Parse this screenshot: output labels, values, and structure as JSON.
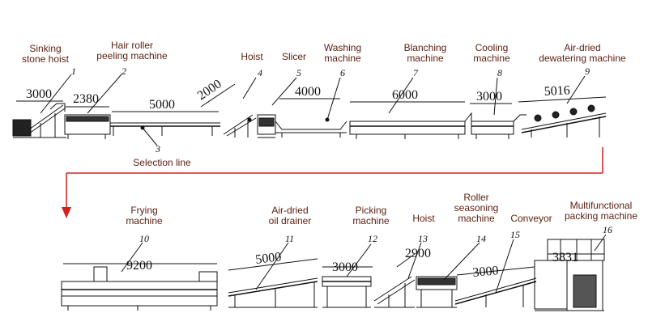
{
  "row1_labels": {
    "sinking_stone_hoist": [
      "Sinking",
      "stone hoist"
    ],
    "hair_roller_peeling_machine": [
      "Hair roller",
      "peeling machine"
    ],
    "hoist": "Hoist",
    "slicer": "Slicer",
    "washing_machine": [
      "Washing",
      "machine"
    ],
    "blanching_machine": [
      "Blanching",
      "machine"
    ],
    "cooling_machine": [
      "Cooling",
      "machine"
    ],
    "air_dried_dewatering_machine": [
      "Air-dried",
      "dewatering machine"
    ],
    "selection_line": "Selection line"
  },
  "row2_labels": {
    "frying_machine": [
      "Frying",
      "machine"
    ],
    "air_dried_oil_drainer": [
      "Air-dried",
      "oil drainer"
    ],
    "picking_machine": [
      "Picking",
      "machine"
    ],
    "hoist": "Hoist",
    "roller_seasoning_machine": [
      "Roller",
      "seasoning",
      "machine"
    ],
    "conveyor": "Conveyor",
    "multifunctional_packing_machine": [
      "Multifunctional",
      "packing machine"
    ]
  },
  "dimensions": {
    "d1": "3000",
    "d2": "2380",
    "d3": "5000",
    "d4": "2000",
    "d5": "4000",
    "d6": "6000",
    "d7": "3000",
    "d8": "5016",
    "d9": "9200",
    "d10": "5000",
    "d11": "3000",
    "d12": "2900",
    "d13": "3000",
    "d14": "3831"
  },
  "item_numbers": {
    "n1": "1",
    "n2": "2",
    "n3": "3",
    "n4": "4",
    "n5": "5",
    "n6": "6",
    "n7": "7",
    "n8": "8",
    "n9": "9",
    "n10": "10",
    "n11": "11",
    "n12": "12",
    "n13": "13",
    "n14": "14",
    "n15": "15",
    "n16": "16"
  },
  "colors": {
    "flow_arrow": "#d42020",
    "label_text": "#5a1e10",
    "drawing": "#111111"
  }
}
